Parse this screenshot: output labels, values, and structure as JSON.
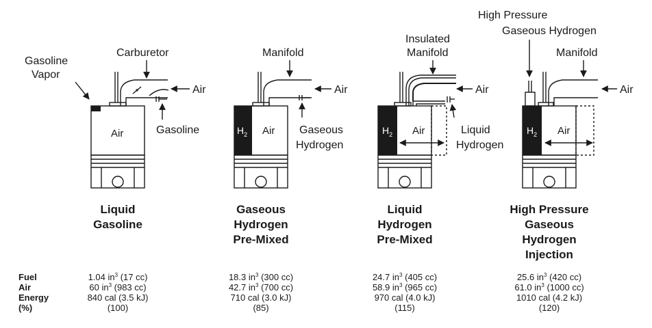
{
  "labels": {
    "gasoline_vapor_1": "Gasoline",
    "gasoline_vapor_2": "Vapor",
    "carburetor": "Carburetor",
    "air_in": "Air",
    "gasoline": "Gasoline",
    "air_chamber": "Air",
    "manifold": "Manifold",
    "h2": "H",
    "h2_sub": "2",
    "gaseous_hydrogen_1": "Gaseous",
    "gaseous_hydrogen_2": "Hydrogen",
    "insulated_1": "Insulated",
    "insulated_2": "Manifold",
    "liquid_hydrogen_1": "Liquid",
    "liquid_hydrogen_2": "Hydrogen",
    "high_pressure_1": "High Pressure",
    "high_pressure_2": "Gaseous Hydrogen"
  },
  "titles": [
    [
      "Liquid",
      "Gasoline"
    ],
    [
      "Gaseous",
      "Hydrogen",
      "Pre-Mixed"
    ],
    [
      "Liquid",
      "Hydrogen",
      "Pre-Mixed"
    ],
    [
      "High Pressure",
      "Gaseous",
      "Hydrogen",
      "Injection"
    ]
  ],
  "row_labels": [
    "Fuel",
    "Air",
    "Energy",
    "(%)"
  ],
  "table": [
    {
      "fuel": [
        "1.04 in",
        "3",
        " (17 cc)"
      ],
      "air": [
        "60 in",
        "3",
        " (983 cc)"
      ],
      "energy": "840 cal (3.5 kJ)",
      "percent": "(100)"
    },
    {
      "fuel": [
        "18.3 in",
        "3",
        " (300 cc)"
      ],
      "air": [
        "42.7 in",
        "3",
        " (700 cc)"
      ],
      "energy": "710 cal (3.0 kJ)",
      "percent": "(85)"
    },
    {
      "fuel": [
        "24.7 in",
        "3",
        " (405 cc)"
      ],
      "air": [
        "58.9 in",
        "3",
        " (965 cc)"
      ],
      "energy": "970 cal (4.0 kJ)",
      "percent": "(115)"
    },
    {
      "fuel": [
        "25.6 in",
        "3",
        " (420 cc)"
      ],
      "air": [
        "61.0 in",
        "3",
        " (1000 cc)"
      ],
      "energy": "1010 cal (4.2 kJ)",
      "percent": "(120)"
    }
  ]
}
